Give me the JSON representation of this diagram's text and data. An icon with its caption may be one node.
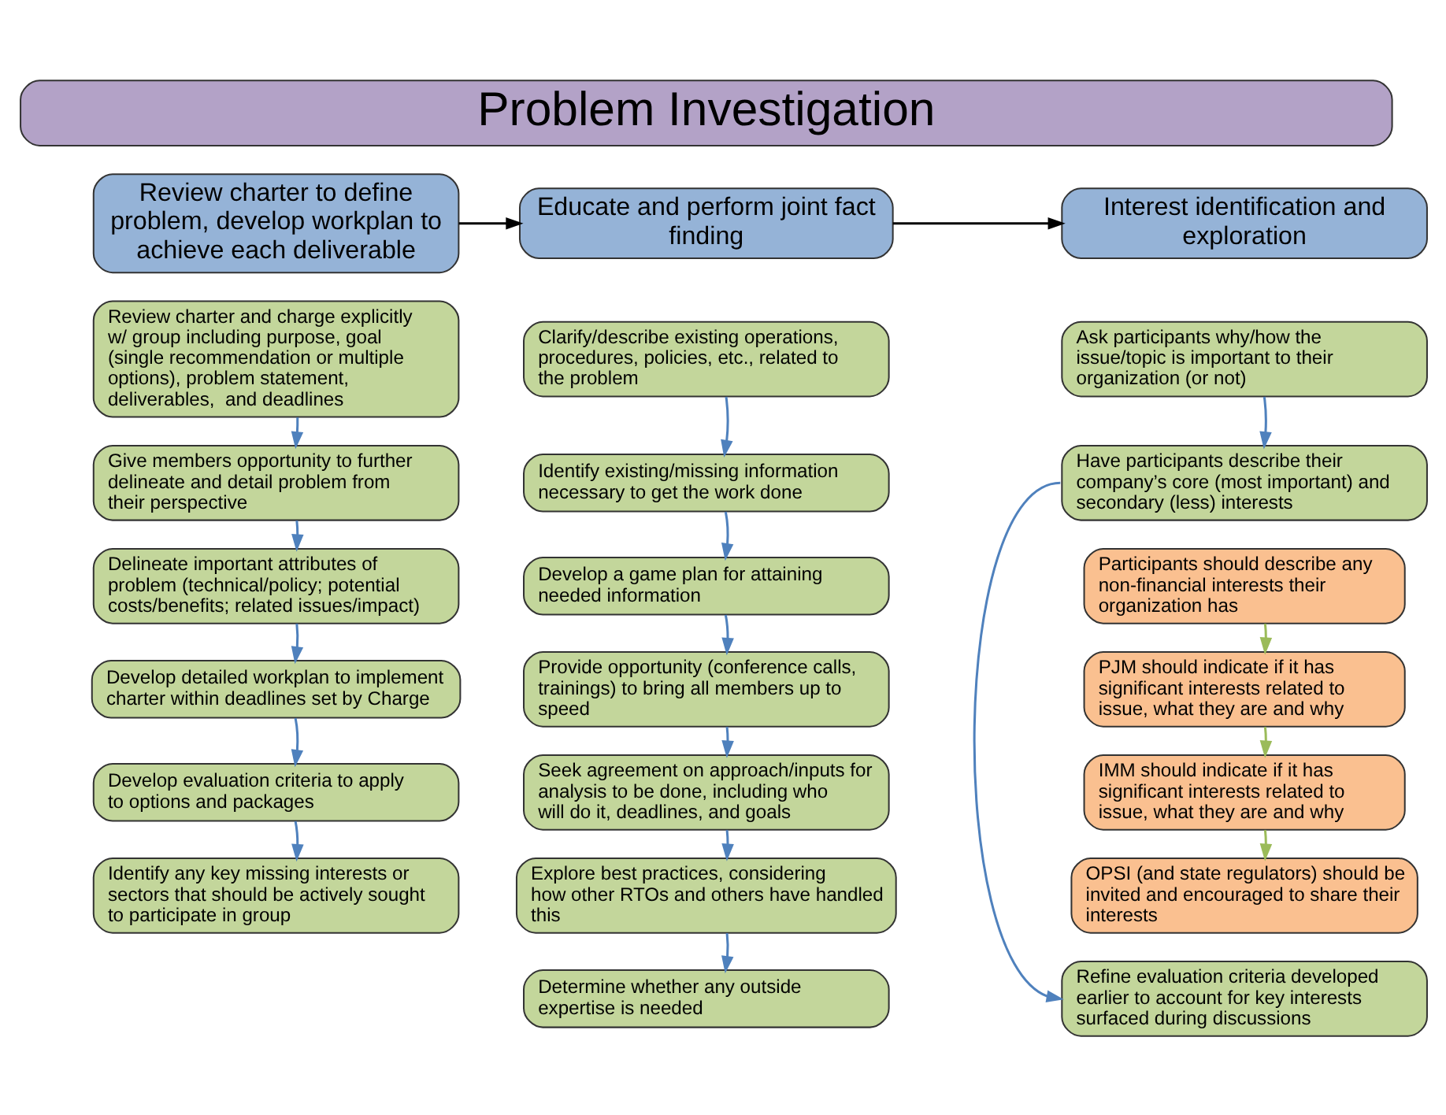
{
  "diagram": {
    "nodes": [
      {
        "text": [
          "Problem Investigation"
        ]
      },
      {
        "text": [
          "Review charter to define problem, develop workplan to achieve each deliverable"
        ]
      },
      {
        "text": [
          "Educate and perform joint fact finding"
        ]
      },
      {
        "text": [
          "Interest identification and exploration"
        ]
      },
      {
        "text": [
          "Review charter and charge explicitly w/ group including purpose, goal (single recommendation or multiple options), problem statement, deliverables,  and deadlines"
        ]
      },
      {
        "text": [
          "Give members opportunity to further delineate and detail problem from their perspective"
        ]
      },
      {
        "text": [
          "Delineate important attributes of problem (technical/policy; potential costs/benefits; related issues/impact)"
        ]
      },
      {
        "text": [
          "Develop detailed workplan to implement charter within deadlines set by Charge"
        ]
      },
      {
        "text": [
          "Develop evaluation criteria to apply to options and packages"
        ]
      },
      {
        "text": [
          "Identify any key missing interests or sectors that should be actively sought to participate in group"
        ]
      },
      {
        "text": [
          "Clarify/describe existing operations, procedures, policies, etc., related to the problem"
        ]
      },
      {
        "text": [
          "Identify existing/missing information necessary to get the work done"
        ]
      },
      {
        "text": [
          "Develop a game plan for attaining needed information"
        ]
      },
      {
        "text": [
          "Provide opportunity (conference calls, trainings) to bring all members up to speed"
        ]
      },
      {
        "text": [
          "Seek agreement on approach/inputs for analysis to be done, including who will do it, deadlines, and goals"
        ]
      },
      {
        "text": [
          "Explore best practices, considering how other RTOs and others have handled this"
        ]
      },
      {
        "text": [
          "Determine whether any outside expertise is needed"
        ]
      },
      {
        "text": [
          "Ask participants why/how the issue/topic is important to their organization (or not)"
        ]
      },
      {
        "text": [
          "Have participants describe their company’s core (most important) and secondary (less) interests"
        ]
      },
      {
        "text": [
          "Participants should describe any non-financial interests their organization has"
        ]
      },
      {
        "text": [
          "PJM should indicate if it has significant interests related to issue, what they are and why"
        ]
      },
      {
        "text": [
          "IMM should indicate if it has significant interests related to issue, what they are and why"
        ]
      },
      {
        "text": [
          "OPSI (and state regulators) should be invited and encouraged to share their interests"
        ]
      },
      {
        "text": [
          "Refine evaluation criteria developed earlier to account for key interests surfaced during discussions"
        ]
      }
    ],
    "edges": [
      {
        "from": 1,
        "to": 2,
        "arrow": "to",
        "color": "#000000"
      },
      {
        "from": 2,
        "to": 3,
        "arrow": "to",
        "color": "#000000"
      },
      {
        "from": 4,
        "to": 5,
        "arrow": "to"
      },
      {
        "from": 5,
        "to": 6,
        "arrow": "to"
      },
      {
        "from": 6,
        "to": 7,
        "arrow": "to"
      },
      {
        "from": 7,
        "to": 8,
        "arrow": "to"
      },
      {
        "from": 8,
        "to": 9,
        "arrow": "to"
      },
      {
        "from": 10,
        "to": 11,
        "arrow": "to"
      },
      {
        "from": 11,
        "to": 12,
        "arrow": "to"
      },
      {
        "from": 12,
        "to": 13,
        "arrow": "to"
      },
      {
        "from": 13,
        "to": 14,
        "arrow": "to"
      },
      {
        "from": 14,
        "to": 15,
        "arrow": "to"
      },
      {
        "from": 15,
        "to": 16,
        "arrow": "to"
      },
      {
        "from": 17,
        "to": 18,
        "arrow": "to"
      },
      {
        "from": 19,
        "to": 20,
        "arrow": "to",
        "color": "#9bbb59"
      },
      {
        "from": 20,
        "to": 21,
        "arrow": "to",
        "color": "#9bbb59"
      },
      {
        "from": 21,
        "to": 22,
        "arrow": "to",
        "color": "#9bbb59"
      },
      {
        "from": 18,
        "to": 23,
        "arrow": "to"
      }
    ]
  }
}
